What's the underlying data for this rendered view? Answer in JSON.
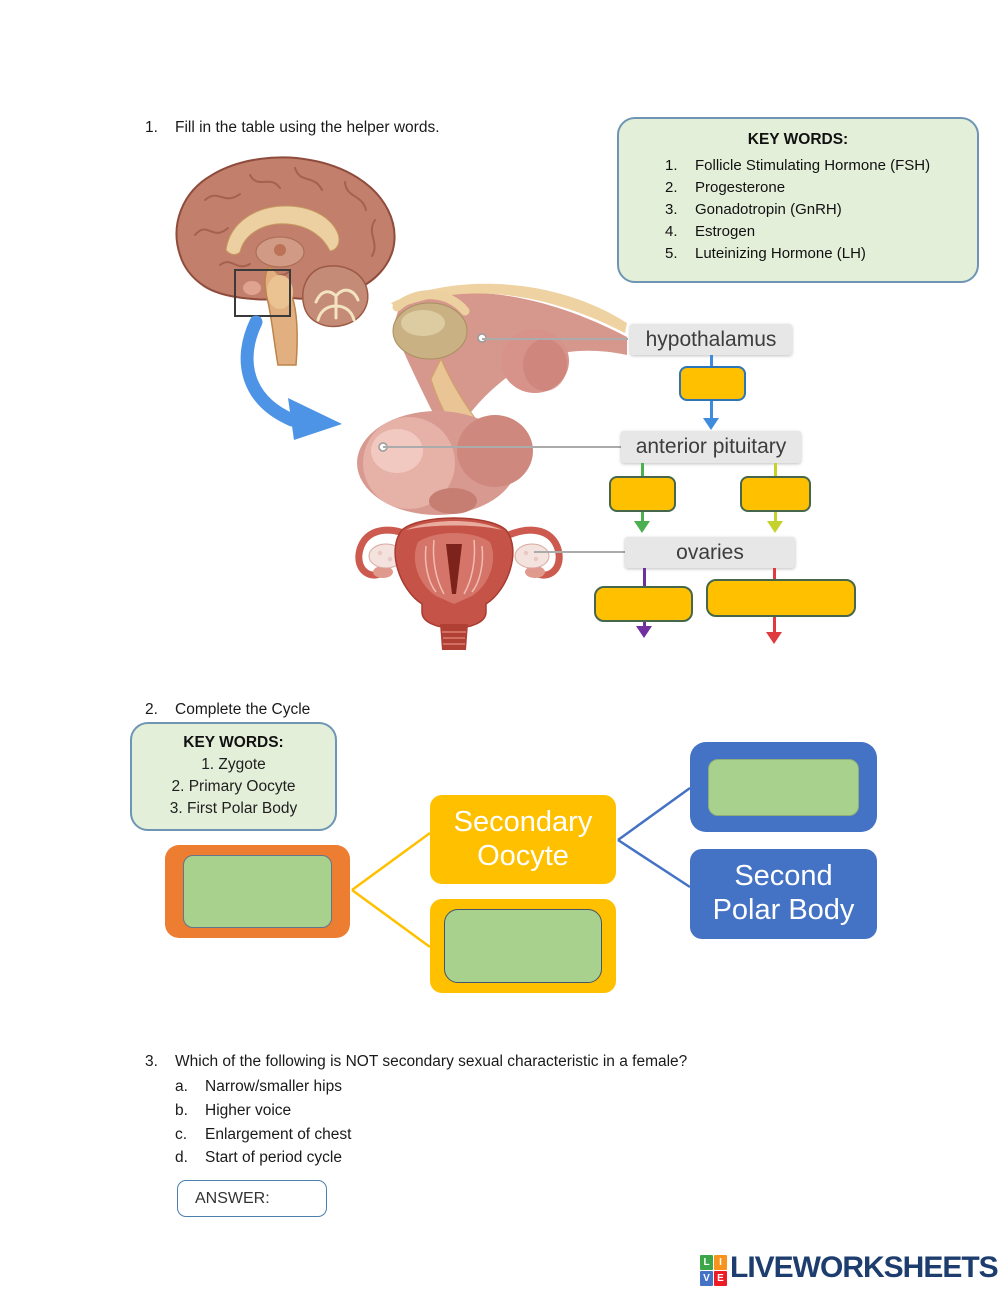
{
  "q1": {
    "number": "1.",
    "prompt": "Fill in the table using the helper words.",
    "keywords_title": "KEY WORDS:",
    "keywords": [
      {
        "num": "1.",
        "label": "Follicle Stimulating Hormone (FSH)"
      },
      {
        "num": "2.",
        "label": "Progesterone"
      },
      {
        "num": "3.",
        "label": "Gonadotropin (GnRH)"
      },
      {
        "num": "4.",
        "label": "Estrogen"
      },
      {
        "num": "5.",
        "label": "Luteinizing Hormone (LH)"
      }
    ],
    "labels": {
      "hypothalamus": "hypothalamus",
      "anterior_pituitary": "anterior pituitary",
      "ovaries": "ovaries"
    },
    "colors": {
      "answer_box_fill": "#FFC000",
      "arrow_blue": "#3F8CDE",
      "arrow_green": "#4CAF50",
      "arrow_yellow_green": "#C5D22E",
      "arrow_purple": "#7030A0",
      "arrow_red": "#DF3A3E"
    }
  },
  "q2": {
    "number": "2.",
    "prompt": "Complete the Cycle",
    "keywords_title": "KEY WORDS:",
    "keywords": [
      "1. Zygote",
      "2. Primary Oocyte",
      "3. First Polar Body"
    ],
    "nodes": {
      "secondary_oocyte": {
        "line1": "Secondary",
        "line2": "Oocyte"
      },
      "second_polar_body": {
        "line1": "Second",
        "line2": "Polar Body"
      }
    },
    "colors": {
      "orange": "#ED7D31",
      "yellow": "#FFC000",
      "blue": "#4472C4",
      "green_fill": "#A9D18E"
    }
  },
  "q3": {
    "number": "3.",
    "prompt": "Which of the following is NOT secondary sexual characteristic in a female?",
    "options": [
      {
        "letter": "a.",
        "label": "Narrow/smaller hips"
      },
      {
        "letter": "b.",
        "label": "Higher voice"
      },
      {
        "letter": "c.",
        "label": "Enlargement of chest"
      },
      {
        "letter": "d.",
        "label": "Start of period cycle"
      }
    ],
    "answer_label": "ANSWER:"
  },
  "footer": {
    "brand": "LIVEWORKSHEETS",
    "icon_letters": [
      "L",
      "I",
      "V",
      "E"
    ]
  }
}
